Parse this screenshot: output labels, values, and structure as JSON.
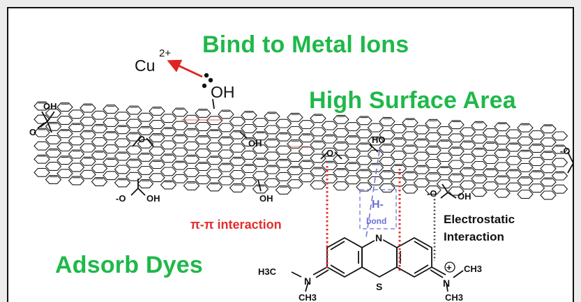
{
  "headings": {
    "bind_metal": "Bind to Metal Ions",
    "surface_area": "High Surface Area",
    "adsorb_dyes": "Adsorb Dyes"
  },
  "metal_ion": {
    "symbol": "Cu",
    "charge": "2+"
  },
  "graphene_groups": {
    "oh_top": "OH",
    "oh_carboxyl_left": "OH",
    "o_carboxyl_left": "O",
    "oh_mid": "OH",
    "o_epoxy_left": "O",
    "o_epoxy_mid": "O",
    "oh_ho": "HO",
    "minus_o_left": "-O",
    "oh_bottom_left": "OH",
    "oh_bottom_mid": "OH",
    "minus_o_right": "-O",
    "oh_bottom_right": "OH",
    "minus_o_edge": "-O"
  },
  "interactions": {
    "pi_pi": "π-π interaction",
    "h_bond_h": "H-",
    "h_bond_bond": "bond",
    "electrostatic_line1": "Electrostatic",
    "electrostatic_line2": "Interaction"
  },
  "dye_molecule": {
    "left_methyl": "H3C",
    "left_n": "N",
    "left_ch3": "CH3",
    "ring_n": "N",
    "ring_s": "S",
    "right_n": "N",
    "right_plus": "+",
    "right_ch3_top": "CH3",
    "right_ch3_bottom": "CH3"
  },
  "colors": {
    "heading_green": "#1fb84a",
    "pi_red": "#e32d2d",
    "hbond_blue": "#6a6fd6",
    "electro_gray": "#444444",
    "arrow_red": "#e0231e",
    "frame_bg": "#ffffff",
    "page_bg": "#ececec"
  }
}
